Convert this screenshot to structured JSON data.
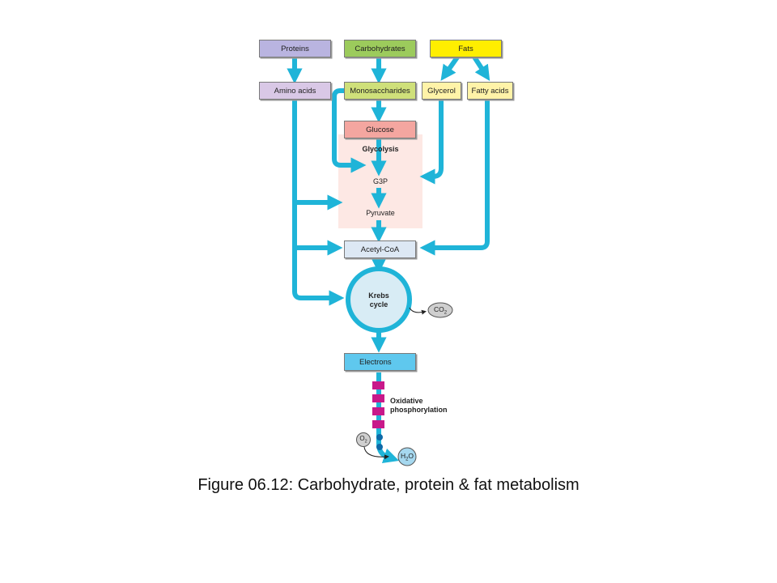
{
  "sources": {
    "proteins": "Proteins",
    "carbohydrates": "Carbohydrates",
    "fats": "Fats"
  },
  "subunits": {
    "amino_acids": "Amino acids",
    "monosaccharides": "Monosaccharides",
    "glycerol": "Glycerol",
    "fatty_acids": "Fatty acids"
  },
  "glycolysis": {
    "glucose": "Glucose",
    "title": "Glycolysis",
    "g3p": "G3P",
    "pyruvate": "Pyruvate"
  },
  "acetyl_coa": "Acetyl-CoA",
  "krebs": {
    "line1": "Krebs",
    "line2": "cycle"
  },
  "co2": {
    "main": "CO",
    "sub": "2"
  },
  "electrons": "Electrons",
  "oxphos": {
    "line1": "Oxidative",
    "line2": "phosphorylation"
  },
  "o2": {
    "main": "O",
    "sub": "2"
  },
  "h2o": {
    "pre": "H",
    "sub": "2",
    "post": "O"
  },
  "caption": "Figure 06.12: Carbohydrate, protein & fat metabolism",
  "colors": {
    "flow": "#1fb4d8",
    "proteins": "#b9b4e0",
    "carbohydrates": "#9ccb5c",
    "fats": "#ffee00",
    "amino_acids": "#d9c8e6",
    "monosaccharides": "#cfe07a",
    "glycerol_fatty": "#fff3a8",
    "glucose": "#f4a6a0",
    "glycolysis_bg": "#fde8e4",
    "acetyl": "#dde8f4",
    "electrons": "#5fc8ee",
    "membrane": "#c8198a"
  }
}
